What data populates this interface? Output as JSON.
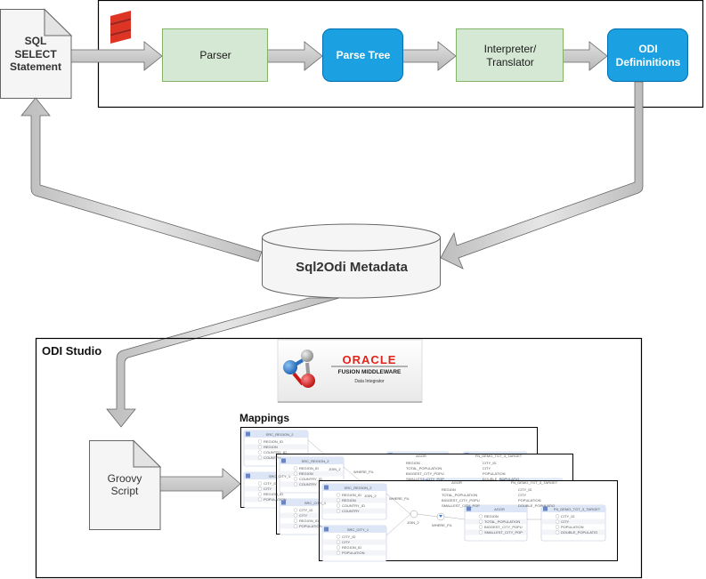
{
  "colors": {
    "green_fill": "#d5e8d4",
    "green_stroke": "#82b366",
    "blue_fill": "#1ba1e2",
    "blue_stroke": "#006eaf",
    "arrow_fill": "#cccccc",
    "arrow_stroke": "#666666",
    "doc_fill": "#f5f5f5",
    "scala_red": "#de3423",
    "oracle_red": "#e2231a"
  },
  "sql_doc": {
    "label_lines": [
      "SQL",
      "SELECT",
      "Statement"
    ]
  },
  "pipeline": {
    "scala_logo": "scala-logo-icon",
    "steps": [
      {
        "label": "Parser",
        "style": "green"
      },
      {
        "label": "Parse Tree",
        "style": "blue"
      },
      {
        "label": "Interpreter/ Translator",
        "style": "green"
      },
      {
        "label": "ODI Defininitions",
        "style": "blue"
      }
    ]
  },
  "metadata_store": {
    "label": "Sql2Odi Metadata"
  },
  "odi_studio": {
    "title": "ODI Studio",
    "logo": {
      "brand": "ORACLE",
      "line1": "FUSION MIDDLEWARE",
      "line2": "Data Integrator"
    },
    "groovy_doc": {
      "label_lines": [
        "Groovy",
        "Script"
      ]
    },
    "mappings": {
      "title": "Mappings",
      "source_region": {
        "name": "SRC_REGION_2",
        "cols": [
          "REGION_ID",
          "REGION",
          "COUNTRY_ID",
          "COUNTRY"
        ]
      },
      "source_city": {
        "name": "SRC_CITY_1",
        "cols": [
          "CITY_ID",
          "CITY",
          "REGION_ID",
          "POPULATION"
        ]
      },
      "join": {
        "name": "JOIN_2"
      },
      "filter": {
        "name": "WHERE_FIL"
      },
      "aggregate": {
        "name": "AGGR",
        "cols": [
          "REGION",
          "TOTAL_POPULATION",
          "BIGGEST_CITY_POPU",
          "SMALLEST_CITY_POP"
        ]
      },
      "target": {
        "name": "FN_DEMO_TGT_3_TARGET",
        "cols": [
          "CITY_ID",
          "CITY",
          "POPULATION",
          "DOUBLE_POPULATIO"
        ]
      }
    }
  }
}
